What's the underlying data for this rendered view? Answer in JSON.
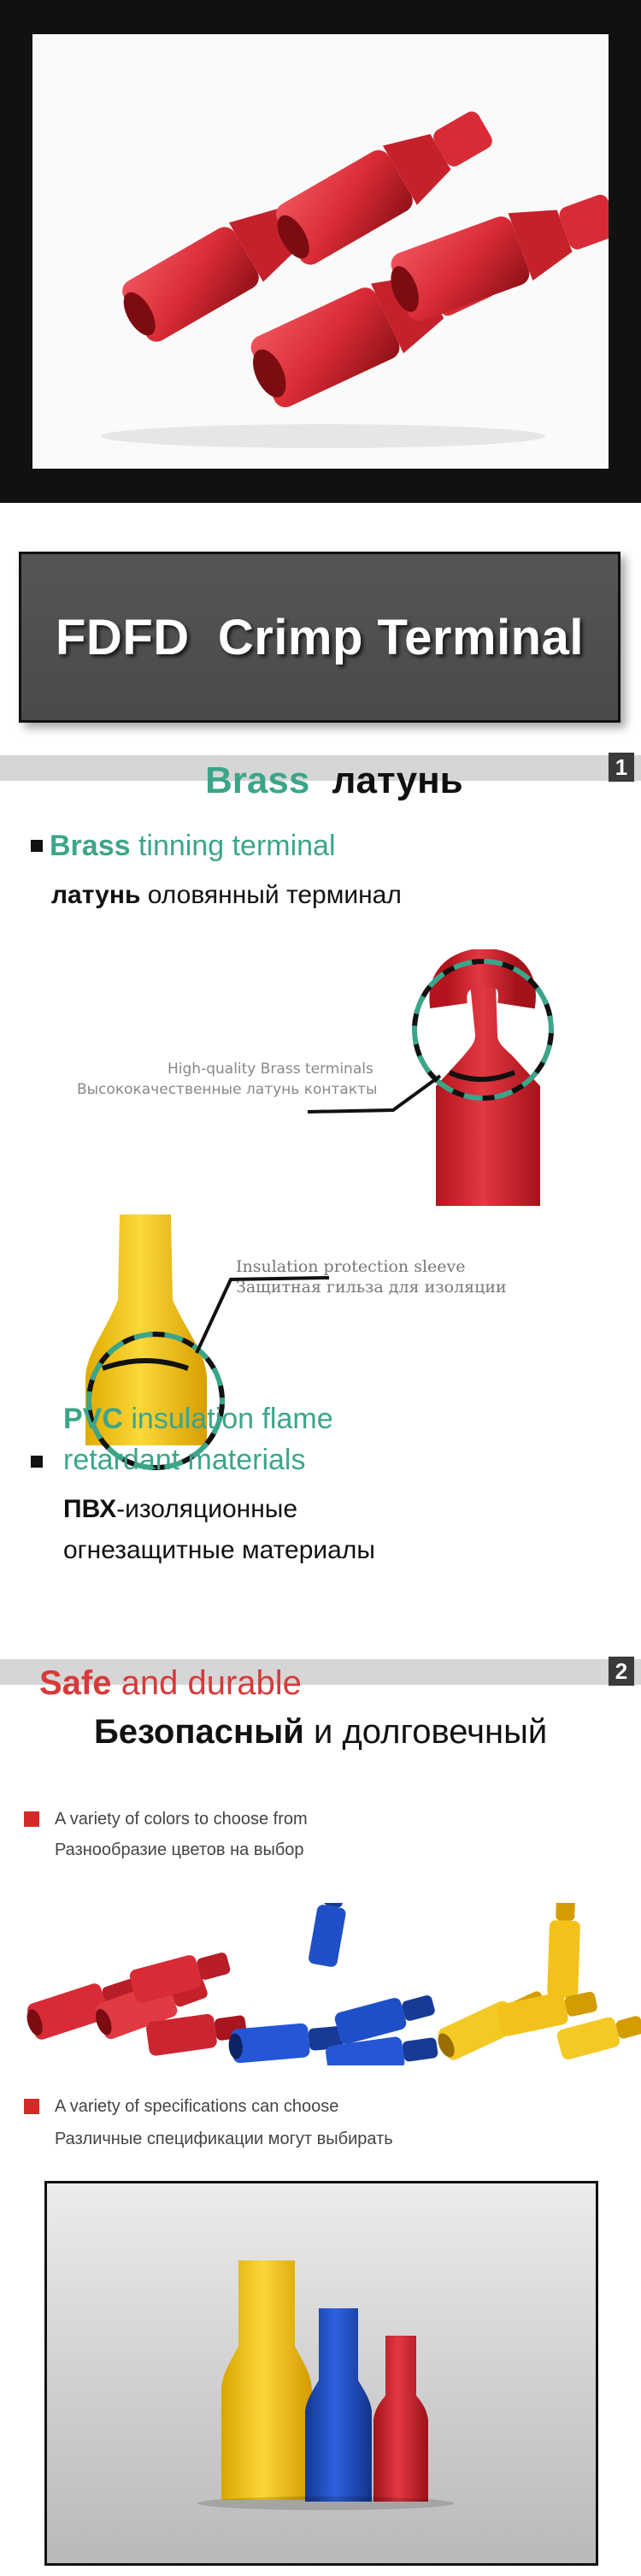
{
  "title_banner": {
    "text": "FDFD  Crimp Terminal"
  },
  "section1": {
    "number": "1",
    "heading_en": "Brass",
    "heading_ru": "латунь",
    "bullet1": {
      "en_bold": "Brass",
      "en_rest": " tinning terminal",
      "ru_bold": "латунь",
      "ru_rest": " оловянный терминал"
    },
    "callout1": {
      "en": "High-quality Brass terminals",
      "ru": "Высококачественные латунь контакты"
    },
    "callout2": {
      "en": "Insulation protection sleeve",
      "ru": "Защитная гильза для изоляции"
    },
    "bullet2": {
      "en_bold": "PVC",
      "en_rest1": " insulation flame",
      "en_rest2": "retardant materials",
      "ru_bold": "ПВХ",
      "ru_rest1": "-изоляционные",
      "ru_rest2": "огнезащитные материалы"
    }
  },
  "section2": {
    "number": "2",
    "heading_en_bold": "Safe",
    "heading_en_rest": " and durable",
    "heading_ru_bold": "Безопасный",
    "heading_ru_rest": " и долговечный",
    "note1": {
      "en": "A variety of colors to choose from",
      "ru": "Разнообразие цветов на выбор"
    },
    "note2": {
      "en": "A variety of specifications can choose",
      "ru": "Различные спецификации могут выбирать"
    }
  },
  "colors": {
    "red": "#d92b35",
    "blue": "#1f4fc8",
    "yellow": "#f2c21a",
    "teal": "#3ba58a"
  }
}
